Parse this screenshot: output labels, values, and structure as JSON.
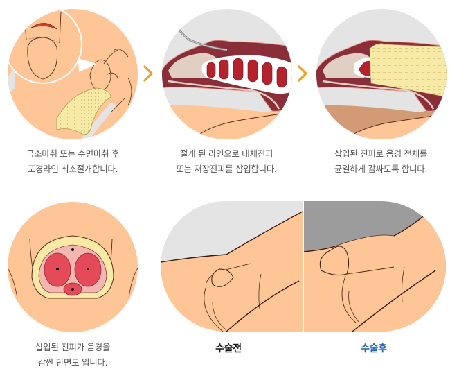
{
  "steps": [
    {
      "id": "step-1",
      "illustration": "local-anesthesia-incision",
      "caption_lines": [
        "국소마취 또는 수면마취 후",
        "포경라인 최소절개합니다."
      ]
    },
    {
      "id": "step-2",
      "illustration": "graft-insertion",
      "caption_lines": [
        "절개 된 라인으로 대체진피",
        "또는 저장진피를 삽입합니다."
      ]
    },
    {
      "id": "step-3",
      "illustration": "graft-wrapping",
      "caption_lines": [
        "삽입된 진피로 음경 전체를",
        "균일하게 감싸도록 합니다."
      ]
    },
    {
      "id": "step-4",
      "illustration": "cross-section",
      "caption_lines": [
        "삽입된 진피가 음경을",
        "감싼 단면도 입니다."
      ]
    }
  ],
  "comparison": {
    "before_label": "수술전",
    "after_label": "수술후",
    "before_color": "#111111",
    "after_color": "#1f5fb0"
  },
  "icons": {
    "step_arrow": "chevron-right-icon"
  },
  "colors": {
    "skin": "#fec597",
    "skin_dark": "#d39a76",
    "bg_light_gray": "#e4e4e4",
    "bg_dark_gray": "#9c9c9c",
    "arrow": "#f0a11c",
    "graft": "#f6eaa6",
    "tissue": "#8a2f3a",
    "caption_text": "#555555"
  }
}
